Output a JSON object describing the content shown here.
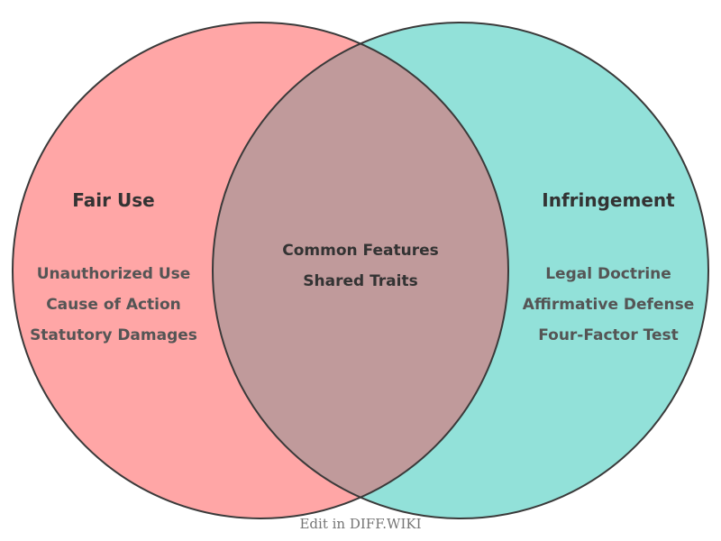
{
  "diagram": {
    "left_circle": {
      "title": "Fair Use",
      "items": [
        "Unauthorized Use",
        "Cause of Action",
        "Statutory Damages"
      ],
      "fill": "#ffa6a6"
    },
    "right_circle": {
      "title": "Infringement",
      "items": [
        "Legal Doctrine",
        "Affirmative Defense",
        "Four-Factor Test"
      ],
      "fill": "#92e1d9"
    },
    "overlap": {
      "items": [
        "Common Features",
        "Shared Traits"
      ],
      "fill": "#c09a9b"
    },
    "outline_color": "#3a3a3a",
    "title_color": "#333333",
    "item_color": "#555555",
    "overlap_text_color": "#333333"
  },
  "footer": {
    "edit_link": "Edit in DIFF.WIKI",
    "color": "#757575"
  }
}
